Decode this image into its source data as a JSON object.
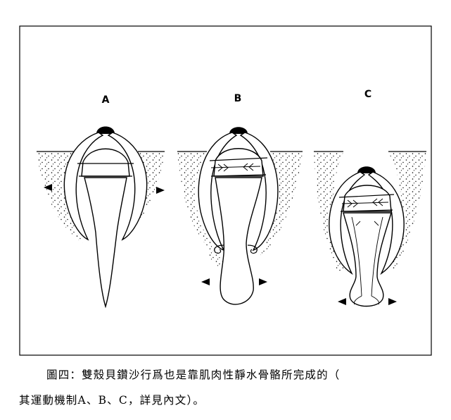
{
  "figure": {
    "panels": [
      {
        "label": "A"
      },
      {
        "label": "B"
      },
      {
        "label": "C"
      }
    ]
  },
  "caption": {
    "line1": "圖四：雙殼貝鑽沙行爲也是靠肌肉性靜水骨骼所完成的（",
    "line2": "其運動機制A、B、C，詳見內文）。"
  }
}
